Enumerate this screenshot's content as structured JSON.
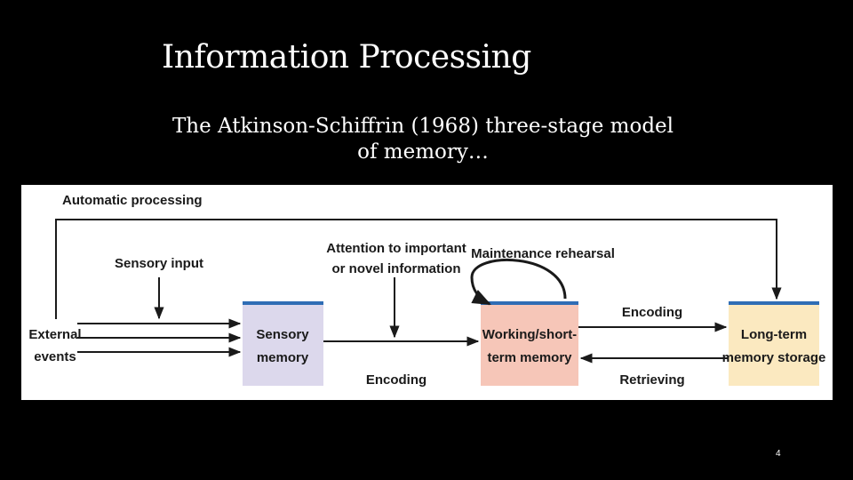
{
  "slide": {
    "title": "Information Processing",
    "subtitle_line1": "The Atkinson-Schiffrin (1968) three-stage model",
    "subtitle_line2": "of memory…",
    "page_number": "4"
  },
  "diagram": {
    "automatic_processing": "Automatic processing",
    "sensory_input": "Sensory input",
    "attention_line1": "Attention to important",
    "attention_line2": "or novel information",
    "maintenance_rehearsal": "Maintenance rehearsal",
    "external_line1": "External",
    "external_line2": "events",
    "sensory_memory_line1": "Sensory",
    "sensory_memory_line2": "memory",
    "working_memory_line1": "Working/short-",
    "working_memory_line2": "term memory",
    "long_term_line1": "Long-term",
    "long_term_line2": "memory storage",
    "encoding_bottom": "Encoding",
    "encoding_top": "Encoding",
    "retrieving": "Retrieving",
    "colors": {
      "sensory_box": "#dcd8ec",
      "working_box": "#f6c6b8",
      "long_term_box": "#fbe9c0",
      "box_top_bar": "#2f6db5"
    }
  }
}
